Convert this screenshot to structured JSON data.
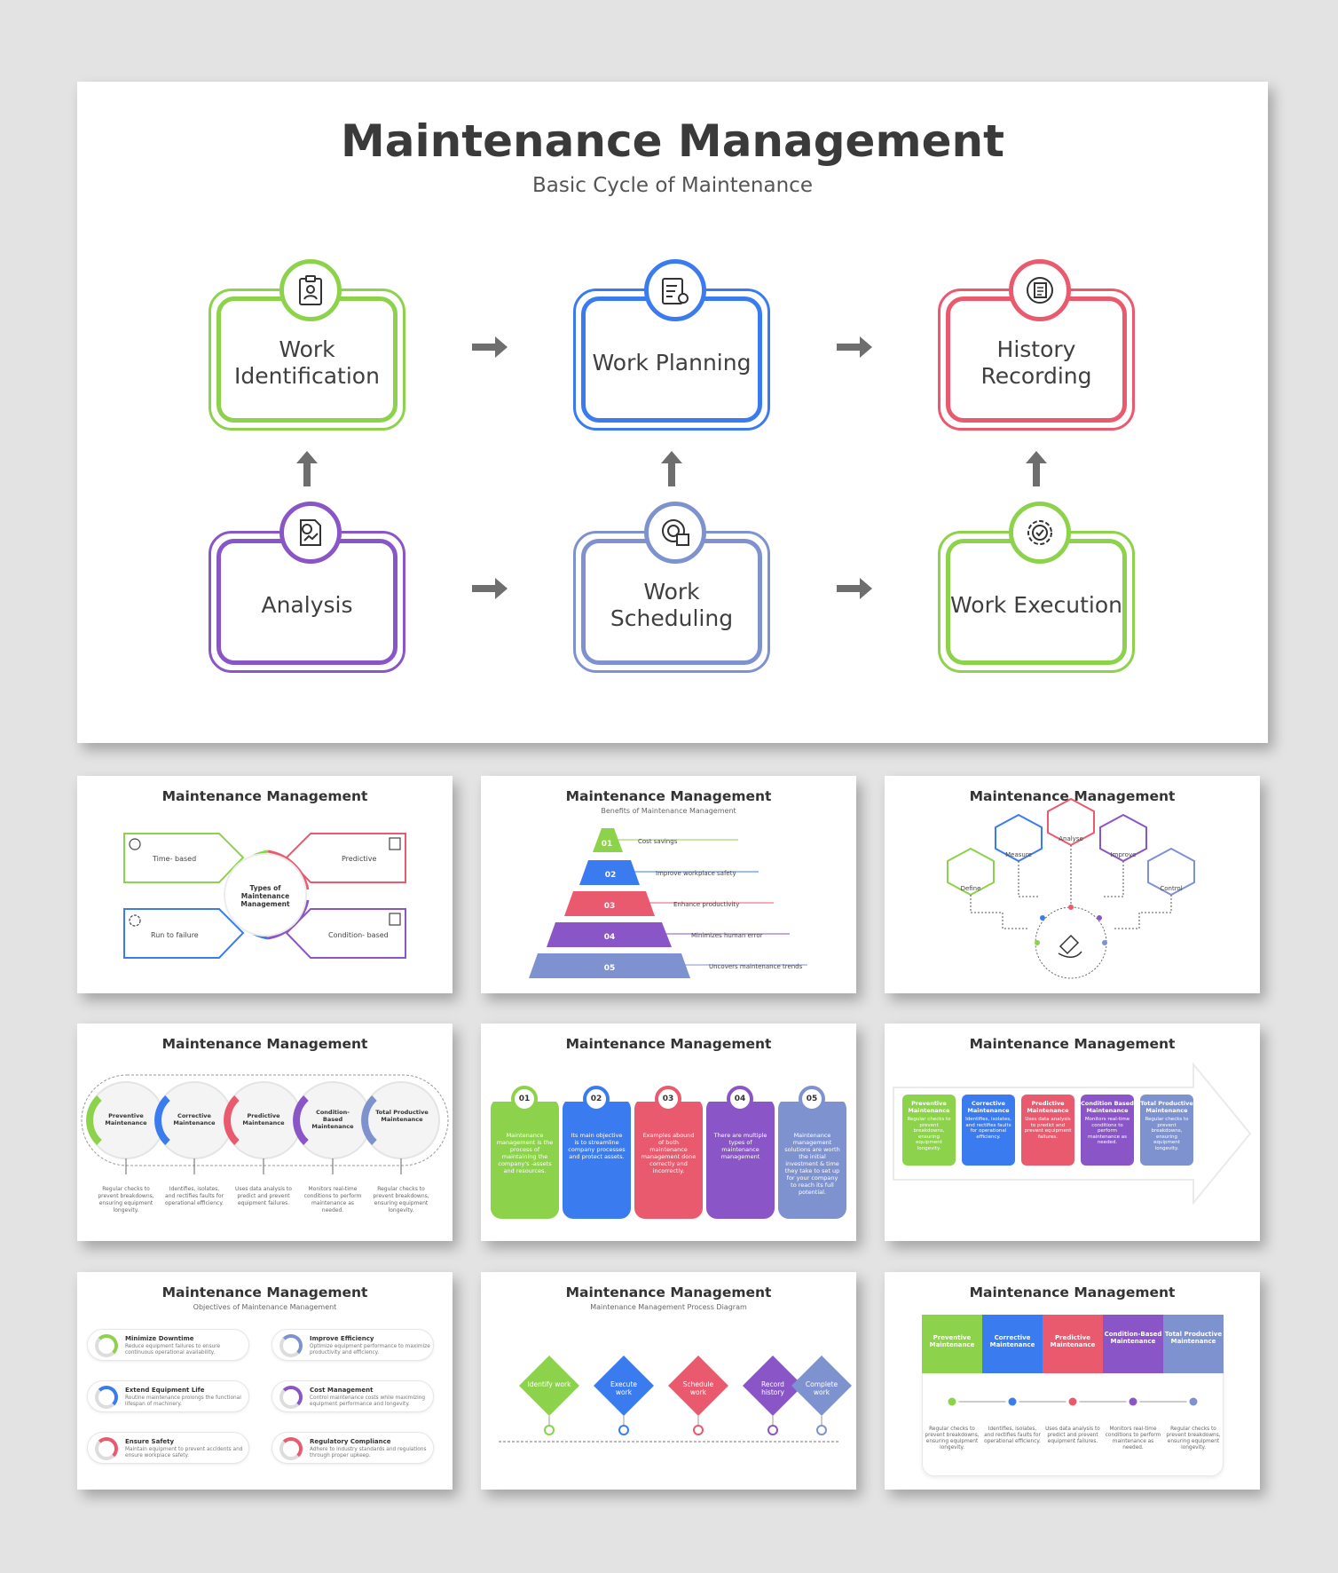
{
  "main": {
    "title": "Maintenance Management",
    "subtitle": "Basic Cycle of Maintenance",
    "cards": [
      {
        "label": "Work Identification",
        "color": "#8cd24a",
        "icon": "clipboard-id-icon"
      },
      {
        "label": "Work Planning",
        "color": "#3b7bf0",
        "icon": "checklist-gear-icon"
      },
      {
        "label": "History Recording",
        "color": "#ea5a6e",
        "icon": "history-document-icon"
      },
      {
        "label": "Analysis",
        "color": "#8a55c6",
        "icon": "chart-document-icon"
      },
      {
        "label": "Work Scheduling",
        "color": "#7f92d0",
        "icon": "calendar-gear-icon"
      },
      {
        "label": "Work Execution",
        "color": "#8cd24a",
        "icon": "gear-check-icon"
      }
    ]
  },
  "t1": {
    "title": "Maintenance Management",
    "center": "Types of Maintenance Management",
    "items": [
      "Time- based",
      "Predictive",
      "Run to failure",
      "Condition- based"
    ]
  },
  "t2": {
    "title": "Maintenance Management",
    "subtitle": "Benefits of Maintenance Management",
    "levels": [
      {
        "num": "01",
        "text": "Cost savings",
        "color": "#8cd24a"
      },
      {
        "num": "02",
        "text": "Improve workplace safety",
        "color": "#3b7bf0"
      },
      {
        "num": "03",
        "text": "Enhance productivity",
        "color": "#ea5a6e"
      },
      {
        "num": "04",
        "text": "Minimizes human error",
        "color": "#8a55c6"
      },
      {
        "num": "05",
        "text": "Uncovers maintenance trends",
        "color": "#7f92d0"
      }
    ]
  },
  "t3": {
    "title": "Maintenance Management",
    "hexes": [
      "Define",
      "Measure",
      "Analyse",
      "Improve",
      "Control"
    ]
  },
  "t4": {
    "title": "Maintenance Management",
    "circles": [
      "Preventive Maintenance",
      "Corrective Maintenance",
      "Predictive Maintenance",
      "Condition-Based Maintenance",
      "Total Productive Maintenance"
    ],
    "descs": [
      "Regular checks to prevent breakdowns, ensuring equipment longevity.",
      "Identifies, isolates, and rectifies faults for operational efficiency.",
      "Uses data analysis to predict and prevent equipment failures.",
      "Monitors real-time conditions to perform maintenance as needed.",
      "Regular checks to prevent breakdowns, ensuring equipment longevity."
    ]
  },
  "t5": {
    "title": "Maintenance Management",
    "cols": [
      {
        "num": "01",
        "text": "Maintenance management is the process of maintaining the company's -assets and resources.",
        "color": "#8cd24a"
      },
      {
        "num": "02",
        "text": "Its main objective is to streamline company processes and protect assets.",
        "color": "#3b7bf0"
      },
      {
        "num": "03",
        "text": "Examples abound of both maintenance management done correctly and incorrectly.",
        "color": "#ea5a6e"
      },
      {
        "num": "04",
        "text": "There are multiple types of maintenance management",
        "color": "#8a55c6"
      },
      {
        "num": "05",
        "text": "Maintenance management solutions are worth the initial investment & time they take to set up for your company to reach its full potential.",
        "color": "#7f92d0"
      }
    ]
  },
  "t6": {
    "title": "Maintenance Management",
    "pills": [
      {
        "head": "Preventive Maintenance",
        "text": "Regular checks to prevent breakdowns, ensuring equipment longevity."
      },
      {
        "head": "Corrective Maintenance",
        "text": "Identifies, isolates, and rectifies faults for operational efficiency."
      },
      {
        "head": "Predictive Maintenance",
        "text": "Uses data analysis to predict and prevent equipment failures."
      },
      {
        "head": "Condition Based Maintenance",
        "text": "Monitors real-time conditions to perform maintenance as needed."
      },
      {
        "head": "Total Productive Maintenance",
        "text": "Regular checks to prevent breakdowns, ensuring equipment longevity."
      }
    ]
  },
  "t7": {
    "title": "Maintenance Management",
    "subtitle": "Objectives of Maintenance Management",
    "items": [
      {
        "head": "Minimize Downtime",
        "text": "Reduce equipment failures to ensure continuous operational availability."
      },
      {
        "head": "Improve Efficiency",
        "text": "Optimize equipment performance to maximize productivity and efficiency."
      },
      {
        "head": "Extend Equipment Life",
        "text": "Routine maintenance prolongs the functional lifespan of machinery."
      },
      {
        "head": "Cost Management",
        "text": "Control maintenance costs while maximizing equipment performance and longevity."
      },
      {
        "head": "Ensure Safety",
        "text": "Maintain equipment to prevent accidents and ensure workplace safety."
      },
      {
        "head": "Regulatory Compliance",
        "text": "Adhere to industry standards and regulations through proper upkeep."
      }
    ]
  },
  "t8": {
    "title": "Maintenance Management",
    "subtitle": "Maintenance Management Process Diagram",
    "steps": [
      "Identify work",
      "Execute work",
      "Schedule work",
      "Record history",
      "Complete work"
    ]
  },
  "t9": {
    "title": "Maintenance Management",
    "heads": [
      "Preventive Maintenance",
      "Corrective Maintenance",
      "Predictive Maintenance",
      "Condition-Based Maintenance",
      "Total Productive Maintenance"
    ],
    "descs": [
      "Regular checks to prevent breakdowns, ensuring equipment longevity.",
      "Identifies, isolates, and rectifies faults for operational efficiency.",
      "Uses data analysis to predict and prevent equipment failures.",
      "Monitors real-time conditions to perform maintenance as needed.",
      "Regular checks to prevent breakdowns, ensuring equipment longevity."
    ]
  }
}
